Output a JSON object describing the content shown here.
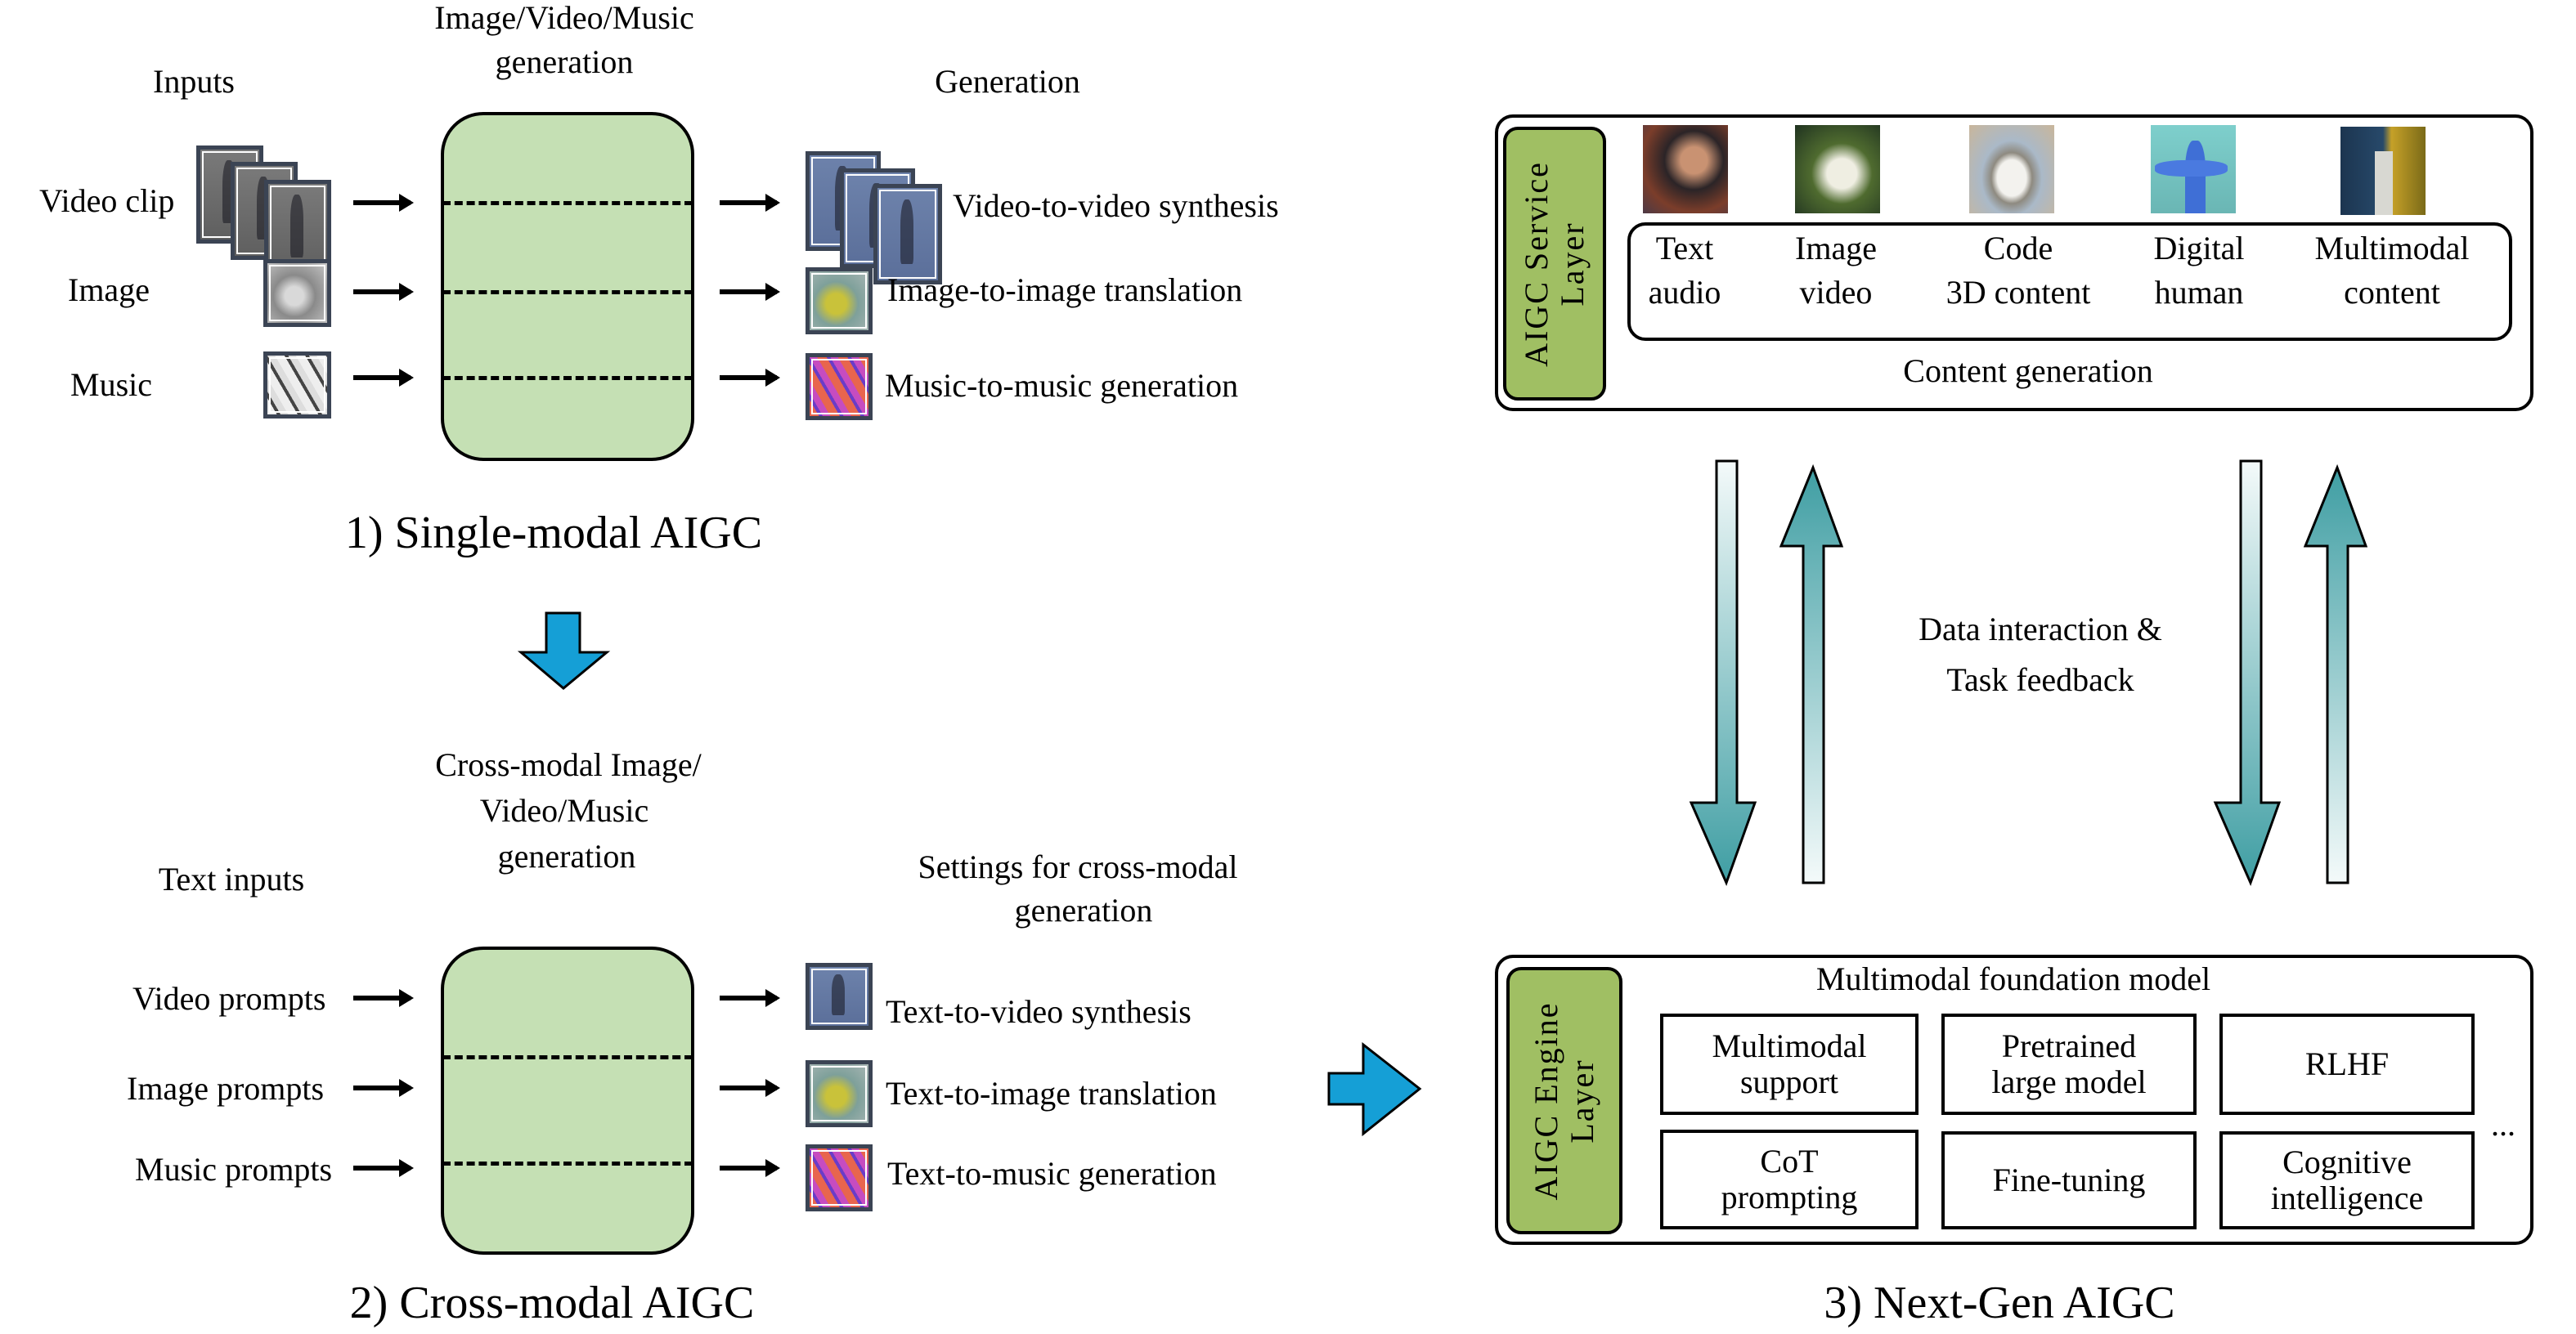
{
  "section1": {
    "caption": "1) Single-modal AIGC",
    "inputs_header": "Inputs",
    "model_header": [
      "Image/Video/Music",
      "generation"
    ],
    "outputs_header": "Generation",
    "rows": [
      {
        "input": "Video clip",
        "input_icon": "video-frames-icon",
        "output": "Video-to-video synthesis",
        "output_icon": "video-frames-icon"
      },
      {
        "input": "Image",
        "input_icon": "bird-image-icon",
        "output": "Image-to-image translation",
        "output_icon": "bird-image-icon"
      },
      {
        "input": "Music",
        "input_icon": "music-notes-icon",
        "output": "Music-to-music generation",
        "output_icon": "music-notes-icon"
      }
    ]
  },
  "section2": {
    "caption": "2) Cross-modal AIGC",
    "inputs_header": "Text inputs",
    "model_header": [
      "Cross-modal Image/",
      "Video/Music",
      "generation"
    ],
    "outputs_header": [
      "Settings for cross-modal",
      "generation"
    ],
    "rows": [
      {
        "input": "Video prompts",
        "output": "Text-to-video synthesis",
        "output_icon": "dancer-image-icon"
      },
      {
        "input": "Image prompts",
        "output": "Text-to-image translation",
        "output_icon": "bird-image-icon"
      },
      {
        "input": "Music prompts",
        "output": "Text-to-music generation",
        "output_icon": "music-notes-icon"
      }
    ]
  },
  "section3": {
    "caption": "3) Next-Gen AIGC",
    "service_layer": {
      "label": [
        "AIGC Service",
        "Layer"
      ],
      "content_types": [
        {
          "line1": "Text",
          "line2": "audio"
        },
        {
          "line1": "Image",
          "line2": "video"
        },
        {
          "line1": "Code",
          "line2": "3D content"
        },
        {
          "line1": "Digital",
          "line2": "human"
        },
        {
          "line1": "Multimodal",
          "line2": "content"
        }
      ],
      "footer": "Content generation"
    },
    "interaction_label": [
      "Data interaction &",
      "Task feedback"
    ],
    "engine_layer": {
      "label": [
        "AIGC Engine",
        "Layer"
      ],
      "title": "Multimodal foundation model",
      "cells": [
        [
          "Multimodal",
          "support"
        ],
        [
          "Pretrained",
          "large model"
        ],
        [
          "RLHF"
        ],
        [
          "CoT",
          "prompting"
        ],
        [
          "Fine-tuning"
        ],
        [
          "Cognitive",
          "intelligence"
        ]
      ],
      "ellipsis": "..."
    }
  },
  "colors": {
    "model_box_fill": "#c5e0b4",
    "layer_label_fill": "#a0bf63",
    "flow_arrow_fill": "#159fd6",
    "teal_arrow_dark": "#3f9ea3",
    "teal_arrow_light": "#f4fafa",
    "thumb_border": "#3b4454"
  }
}
